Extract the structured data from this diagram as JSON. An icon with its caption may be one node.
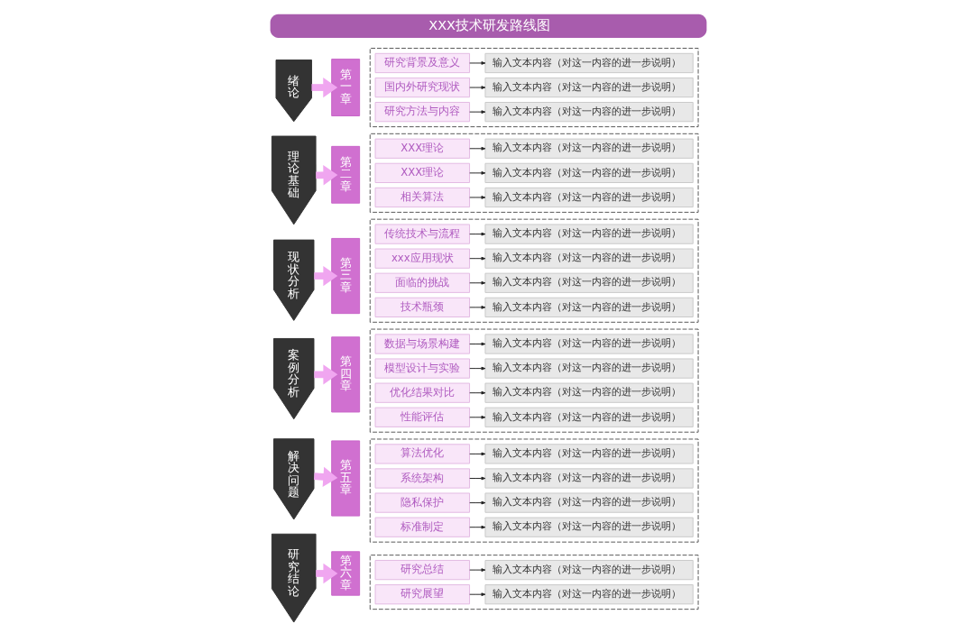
{
  "diagram": {
    "title": "XXX技术研发路线图",
    "nodes": [
      {
        "text": [
          "绪论"
        ]
      },
      {
        "text": [
          "第一章"
        ]
      },
      {
        "text": [],
        "shape": "box"
      },
      {
        "text": [
          "研究背景及意义"
        ],
        "in": 2
      },
      {
        "text": [
          "输入文本内容（对这一内容的进一步说明）"
        ],
        "in": 2
      },
      {
        "text": [
          "国内外研究现状"
        ],
        "in": 2
      },
      {
        "text": [
          "输入文本内容（对这一内容的进一步说明）"
        ],
        "in": 2
      },
      {
        "text": [
          "研究方法与内容"
        ],
        "in": 2
      },
      {
        "text": [
          "输入文本内容（对这一内容的进一步说明）"
        ],
        "in": 2
      },
      {
        "text": [
          "理论基础"
        ]
      },
      {
        "text": [
          "第二章"
        ]
      },
      {
        "text": [],
        "shape": "box"
      },
      {
        "text": [
          "XXX理论"
        ],
        "in": 11
      },
      {
        "text": [
          "输入文本内容（对这一内容的进一步说明）"
        ],
        "in": 11
      },
      {
        "text": [
          "XXX理论"
        ],
        "in": 11
      },
      {
        "text": [
          "输入文本内容（对这一内容的进一步说明）"
        ],
        "in": 11
      },
      {
        "text": [
          "相关算法"
        ],
        "in": 11
      },
      {
        "text": [
          "输入文本内容（对这一内容的进一步说明）"
        ],
        "in": 11
      },
      {
        "text": [
          "现状分析"
        ]
      },
      {
        "text": [
          "第三章"
        ]
      },
      {
        "text": [],
        "shape": "box"
      },
      {
        "text": [
          "传统技术与流程"
        ],
        "in": 20
      },
      {
        "text": [
          "输入文本内容（对这一内容的进一步说明）"
        ],
        "in": 20
      },
      {
        "text": [
          "xxx应用现状"
        ],
        "in": 20
      },
      {
        "text": [
          "输入文本内容（对这一内容的进一步说明）"
        ],
        "in": 20
      },
      {
        "text": [
          "面临的挑战"
        ],
        "in": 20
      },
      {
        "text": [
          "输入文本内容（对这一内容的进一步说明）"
        ],
        "in": 20
      },
      {
        "text": [
          "技术瓶颈"
        ],
        "in": 20
      },
      {
        "text": [
          "输入文本内容（对这一内容的进一步说明）"
        ],
        "in": 20
      },
      {
        "text": [
          "案例分析"
        ]
      },
      {
        "text": [
          "第四章"
        ]
      },
      {
        "text": [],
        "shape": "box"
      },
      {
        "text": [
          "数据与场景构建"
        ],
        "in": 31
      },
      {
        "text": [
          "输入文本内容（对这一内容的进一步说明）"
        ],
        "in": 31
      },
      {
        "text": [
          "模型设计与实验"
        ],
        "in": 31
      },
      {
        "text": [
          "输入文本内容（对这一内容的进一步说明）"
        ],
        "in": 31
      },
      {
        "text": [
          "优化结果对比"
        ],
        "in": 31
      },
      {
        "text": [
          "输入文本内容（对这一内容的进一步说明）"
        ],
        "in": 31
      },
      {
        "text": [
          "性能评估"
        ],
        "in": 31
      },
      {
        "text": [
          "输入文本内容（对这一内容的进一步说明）"
        ],
        "in": 31
      },
      {
        "text": [
          "解决问题"
        ]
      },
      {
        "text": [
          "第五章"
        ]
      },
      {
        "text": [],
        "shape": "box"
      },
      {
        "text": [
          "算法优化"
        ],
        "in": 42
      },
      {
        "text": [
          "输入文本内容（对这一内容的进一步说明）"
        ],
        "in": 42
      },
      {
        "text": [
          "系统架构"
        ],
        "in": 42
      },
      {
        "text": [
          "输入文本内容（对这一内容的进一步说明）"
        ],
        "in": 42
      },
      {
        "text": [
          "隐私保护"
        ],
        "in": 42
      },
      {
        "text": [
          "输入文本内容（对这一内容的进一步说明）"
        ],
        "in": 42
      },
      {
        "text": [
          "标准制定"
        ],
        "in": 42
      },
      {
        "text": [
          "输入文本内容（对这一内容的进一步说明）"
        ],
        "in": 42
      },
      {
        "text": [
          "研究结论"
        ]
      },
      {
        "text": [
          "第六章"
        ]
      },
      {
        "text": [],
        "shape": "box"
      },
      {
        "text": [
          "研究总结"
        ],
        "in": 53
      },
      {
        "text": [
          "输入文本内容（对这一内容的进一步说明）"
        ],
        "in": 53
      },
      {
        "text": [
          "研究展望"
        ],
        "in": 53
      },
      {
        "text": [
          "输入文本内容（对这一内容的进一步说明）"
        ],
        "in": 53
      }
    ],
    "edges": [
      {
        "from": 0,
        "to": 1,
        "arrow": "to",
        "style": "thick",
        "color": "#f0a6f0"
      },
      {
        "from": 3,
        "to": 4,
        "arrow": "to"
      },
      {
        "from": 5,
        "to": 6,
        "arrow": "to"
      },
      {
        "from": 7,
        "to": 8,
        "arrow": "to"
      },
      {
        "from": 9,
        "to": 10,
        "arrow": "to",
        "style": "thick",
        "color": "#f0a6f0"
      },
      {
        "from": 12,
        "to": 13,
        "arrow": "to"
      },
      {
        "from": 14,
        "to": 15,
        "arrow": "to"
      },
      {
        "from": 16,
        "to": 17,
        "arrow": "to"
      },
      {
        "from": 18,
        "to": 19,
        "arrow": "to",
        "style": "thick",
        "color": "#f0a6f0"
      },
      {
        "from": 21,
        "to": 22,
        "arrow": "to"
      },
      {
        "from": 23,
        "to": 24,
        "arrow": "to"
      },
      {
        "from": 25,
        "to": 26,
        "arrow": "to"
      },
      {
        "from": 27,
        "to": 28,
        "arrow": "to"
      },
      {
        "from": 29,
        "to": 30,
        "arrow": "to",
        "style": "thick",
        "color": "#f0a6f0"
      },
      {
        "from": 32,
        "to": 33,
        "arrow": "to"
      },
      {
        "from": 34,
        "to": 35,
        "arrow": "to"
      },
      {
        "from": 36,
        "to": 37,
        "arrow": "to"
      },
      {
        "from": 38,
        "to": 39,
        "arrow": "to"
      },
      {
        "from": 40,
        "to": 41,
        "arrow": "to",
        "style": "thick",
        "color": "#f0a6f0"
      },
      {
        "from": 43,
        "to": 44,
        "arrow": "to"
      },
      {
        "from": 45,
        "to": 46,
        "arrow": "to"
      },
      {
        "from": 47,
        "to": 48,
        "arrow": "to"
      },
      {
        "from": 49,
        "to": 50,
        "arrow": "to"
      },
      {
        "from": 51,
        "to": 52,
        "arrow": "to",
        "style": "thick",
        "color": "#f0a6f0"
      },
      {
        "from": 54,
        "to": 55,
        "arrow": "to"
      },
      {
        "from": 56,
        "to": 57,
        "arrow": "to"
      }
    ]
  }
}
